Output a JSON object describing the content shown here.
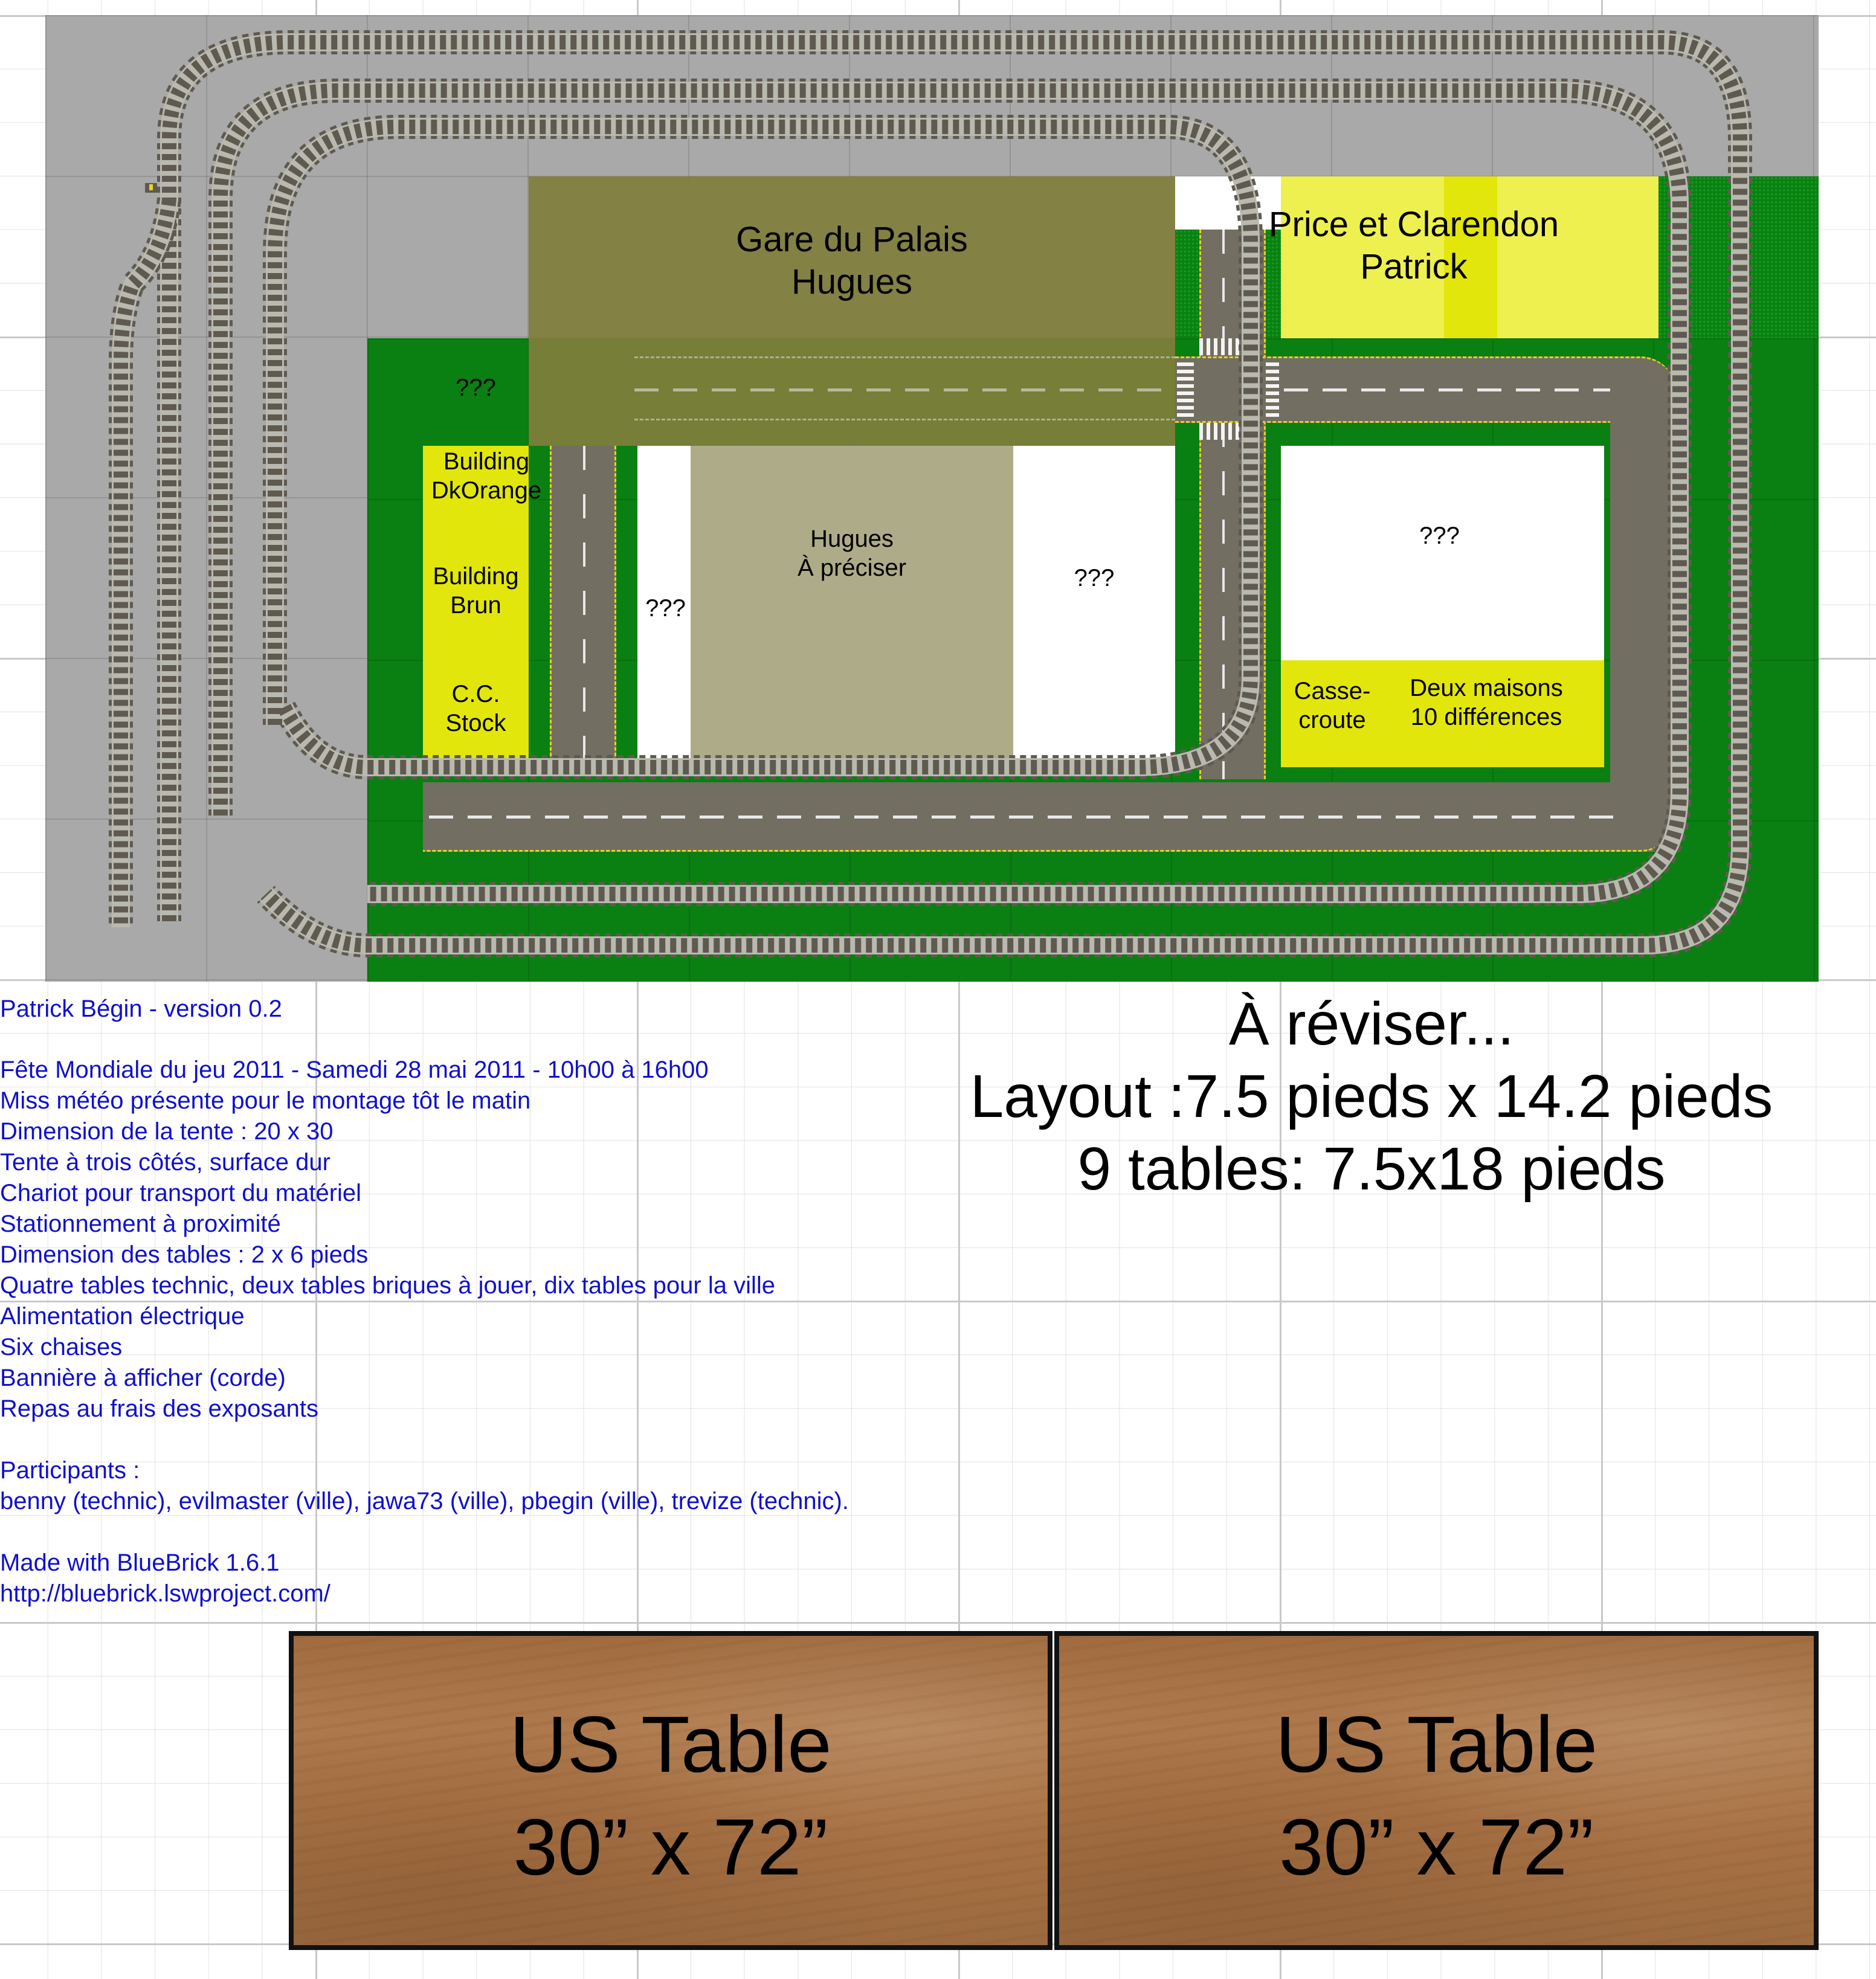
{
  "layout": {
    "zones": {
      "gare": {
        "line1": "Gare du Palais",
        "line2": "Hugues"
      },
      "price": {
        "line1": "Price et Clarendon",
        "line2": "Patrick"
      },
      "unknown_top_left": "???",
      "building_dkorange": {
        "line1": "Building",
        "line2": "DkOrange"
      },
      "building_brun": {
        "line1": "Building",
        "line2": "Brun"
      },
      "cc_stock": {
        "line1": "C.C.",
        "line2": "Stock"
      },
      "unknown_left_strip": "???",
      "hugues_center": {
        "line1": "Hugues",
        "line2": "À préciser"
      },
      "unknown_center_right": "???",
      "unknown_right_block": "???",
      "casse_croute": {
        "line1": "Casse-",
        "line2": "croute"
      },
      "deux_maisons": {
        "line1": "Deux maisons",
        "line2": "10 différences"
      }
    },
    "colors": {
      "baseplate_gray": "#a9a9a9",
      "baseplate_green": "#0a7f12",
      "olive_overlay": "#86894f",
      "yellow_zone": "#e2e60a",
      "light_yellow_zone": "#eef050",
      "khaki_zone": "#aeac88",
      "road": "#736e62",
      "track": "#5f5a50",
      "info_text_blue": "#1010cc"
    }
  },
  "info": {
    "author_version": "Patrick Bégin - version 0.2",
    "lines": [
      "Fête Mondiale du jeu 2011 - Samedi 28 mai 2011 - 10h00 à 16h00",
      "Miss météo présente pour le montage tôt le matin",
      "Dimension de la tente : 20 x 30",
      "Tente à trois côtés, surface dur",
      "Chariot pour transport du matériel",
      "Stationnement à proximité",
      "Dimension des tables : 2 x 6 pieds",
      "Quatre tables technic, deux tables briques à jouer, dix tables pour la ville",
      "Alimentation électrique",
      "Six chaises",
      "Bannière à afficher (corde)",
      "Repas au frais des exposants"
    ],
    "participants_label": "Participants :",
    "participants": "benny (technic), evilmaster (ville), jawa73 (ville), pbegin (ville), trevize (technic).",
    "made_with": "Made with BlueBrick 1.6.1",
    "url": "http://bluebrick.lswproject.com/"
  },
  "revision": {
    "line1": "À réviser...",
    "line2": "Layout :7.5 pieds x 14.2 pieds",
    "line3": "9 tables: 7.5x18 pieds"
  },
  "tables": [
    {
      "line1": "US Table",
      "line2": "30” x 72”"
    },
    {
      "line1": "US Table",
      "line2": "30” x 72”"
    }
  ]
}
